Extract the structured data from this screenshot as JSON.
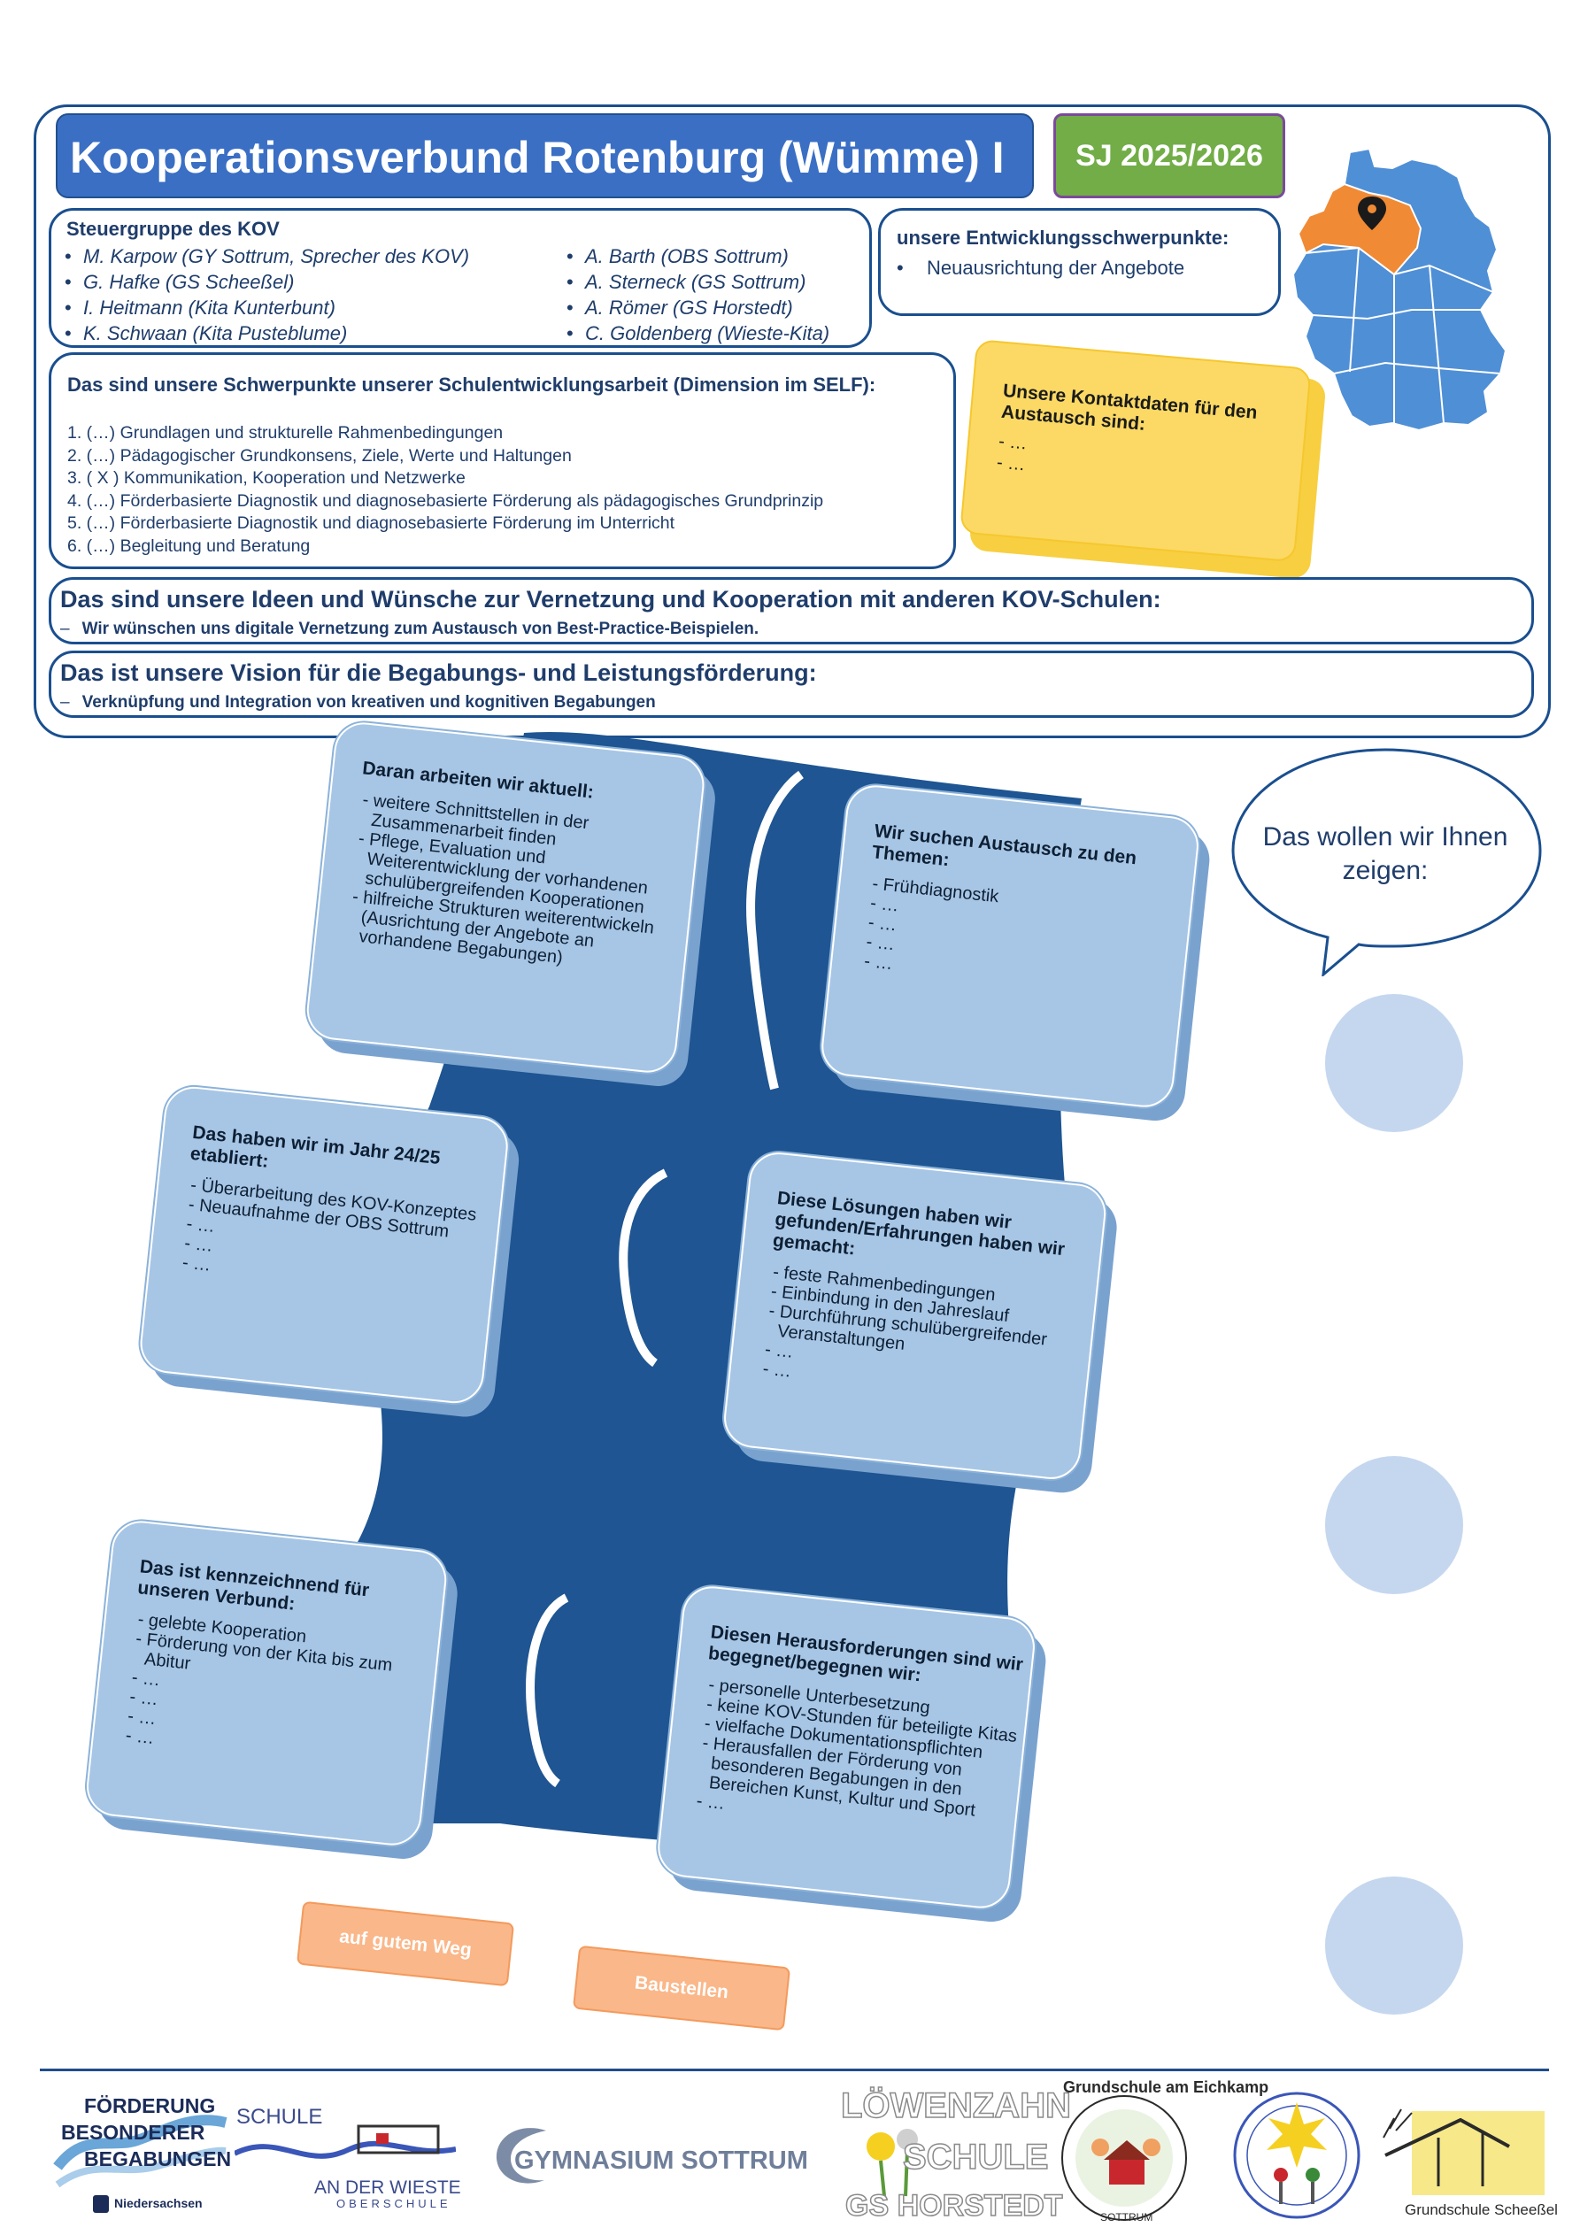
{
  "header": {
    "title": "Kooperationsverbund Rotenburg (Wümme) I",
    "school_year": "SJ 2025/2026"
  },
  "steuergruppe": {
    "title": "Steuergruppe des KOV",
    "left": [
      "M. Karpow (GY Sottrum, Sprecher des KOV)",
      "G. Hafke (GS Scheeßel)",
      "I. Heitmann (Kita Kunterbunt)",
      "K. Schwaan (Kita Pusteblume)"
    ],
    "right": [
      "A. Barth (OBS Sottrum)",
      "A. Sterneck (GS Sottrum)",
      "A. Römer (GS Horstedt)",
      "C. Goldenberg (Wieste-Kita)"
    ]
  },
  "entwicklung": {
    "title": "unsere Entwicklungsschwerpunkte:",
    "items": [
      "Neuausrichtung der Angebote"
    ]
  },
  "schwerpunkte": {
    "title": "Das sind unsere Schwerpunkte unserer Schulentwicklungsarbeit (Dimension im SELF):",
    "items": [
      "1.  (…) Grundlagen und strukturelle Rahmenbedingungen",
      "2.  (…) Pädagogischer Grundkonsens, Ziele, Werte und Haltungen",
      "3.  ( X ) Kommunikation, Kooperation und Netzwerke",
      "4.  (…) Förderbasierte Diagnostik und diagnosebasierte Förderung als pädagogisches Grundprinzip",
      "5.  (…) Förderbasierte Diagnostik und diagnosebasierte Förderung im Unterricht",
      "6.  (…) Begleitung und Beratung"
    ]
  },
  "kontakt": {
    "title": "Unsere Kontaktdaten für den Austausch sind:",
    "items": [
      "- …",
      "- …"
    ]
  },
  "ideen": {
    "title": "Das sind unsere Ideen und Wünsche zur Vernetzung und Kooperation mit anderen KOV-Schulen:",
    "item": "Wir wünschen uns digitale Vernetzung zum Austausch von Best-Practice-Beispielen."
  },
  "vision": {
    "title": "Das ist unsere Vision für die Begabungs- und Leistungsförderung:",
    "item": "Verknüpfung und Integration von kreativen und kognitiven Begabungen"
  },
  "cards": {
    "aktuell": {
      "title": "Daran arbeiten wir aktuell:",
      "items": [
        "- weitere Schnittstellen in der Zusammenarbeit finden",
        "- Pflege, Evaluation und Weiterentwicklung der vorhandenen schulübergreifenden Kooperationen",
        "- hilfreiche Strukturen weiterentwickeln (Ausrichtung der Angebote an vorhandene Begabungen)"
      ]
    },
    "austausch": {
      "title": "Wir suchen Austausch zu den Themen:",
      "items": [
        "- Frühdiagnostik",
        "- …",
        "- …",
        "- …",
        "- …"
      ]
    },
    "etabliert": {
      "title": "Das haben wir im Jahr 24/25 etabliert:",
      "items": [
        "- Überarbeitung des KOV-Konzeptes",
        "- Neuaufnahme der OBS Sottrum",
        "- …",
        "- …",
        "- …"
      ]
    },
    "loesungen": {
      "title": "Diese Lösungen haben wir gefunden/Erfahrungen haben wir gemacht:",
      "items": [
        "- feste Rahmenbedingungen",
        "- Einbindung in den Jahreslauf",
        "- Durchführung schulübergreifender Veranstaltungen",
        "- …",
        "- …"
      ]
    },
    "kennzeichnend": {
      "title": "Das  ist kennzeichnend für unseren Verbund:",
      "items": [
        "- gelebte Kooperation",
        "- Förderung von der Kita bis zum Abitur",
        "- …",
        "- …",
        "- …",
        "- …"
      ]
    },
    "herausforderungen": {
      "title": "Diesen Herausforderungen sind wir begegnet/begegnen wir:",
      "items": [
        "- personelle Unterbesetzung",
        "- keine KOV-Stunden für beteiligte Kitas",
        "- vielfache Dokumentationspflichten",
        "- Herausfallen der Förderung von besonderen Begabungen in den Bereichen Kunst, Kultur und Sport",
        "- …"
      ]
    }
  },
  "bubble": {
    "text": "Das wollen wir Ihnen zeigen:"
  },
  "buttons": {
    "good": "auf gutem Weg",
    "construction": "Baustellen"
  },
  "footer": {
    "logo1": [
      "FÖRDERUNG",
      "BESONDERER",
      "BEGABUNGEN",
      "Niedersachsen"
    ],
    "logo2": [
      "SCHULE",
      "AN DER WIESTE",
      "OBERSCHULE"
    ],
    "logo3": "GYMNASIUM SOTTRUM",
    "logo4": [
      "LÖWENZAHN",
      "SCHULE",
      "GS HORSTEDT"
    ],
    "logo5": [
      "Grundschule am Eichkamp",
      "SOTTRUM"
    ],
    "logo7": "Grundschule Scheeßel"
  },
  "colors": {
    "primary": "#1a4f8f",
    "title_bg": "#3a6fc4",
    "badge": "#72ad47",
    "kontakt": "#fbd964",
    "card": "#a7c6e6",
    "river": "#1e5592",
    "orange": "#fab789",
    "map_blue": "#4f8fd6",
    "map_highlight": "#f08a35"
  }
}
